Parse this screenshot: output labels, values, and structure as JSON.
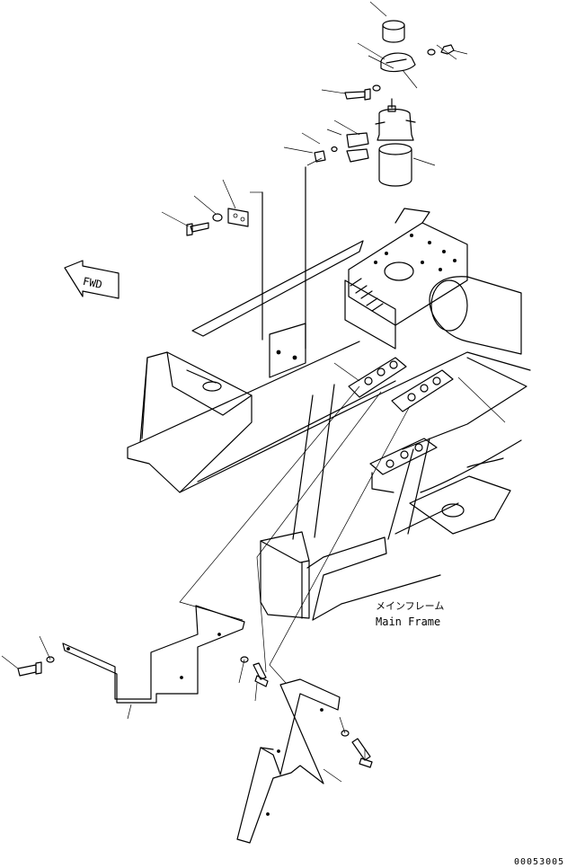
{
  "labels": {
    "main_frame_jp": "メインフレーム",
    "main_frame_en": "Main Frame",
    "fwd": "FWD"
  },
  "drawing_number": "00053005"
}
